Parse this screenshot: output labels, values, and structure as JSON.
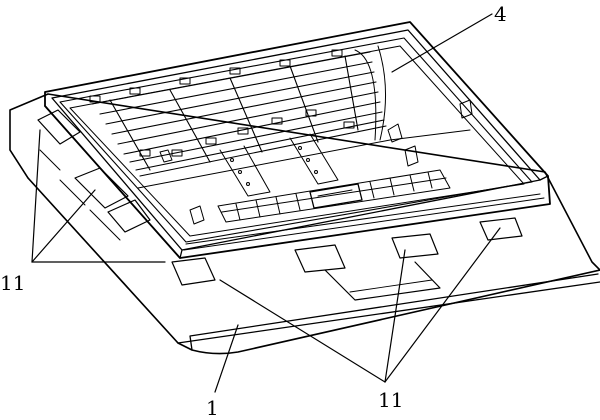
{
  "figure": {
    "labels": {
      "frame": "4",
      "legs_left": "11",
      "legs_bottom": "11",
      "pallet": "1"
    }
  },
  "colors": {
    "line": "#000000",
    "background": "#ffffff"
  }
}
